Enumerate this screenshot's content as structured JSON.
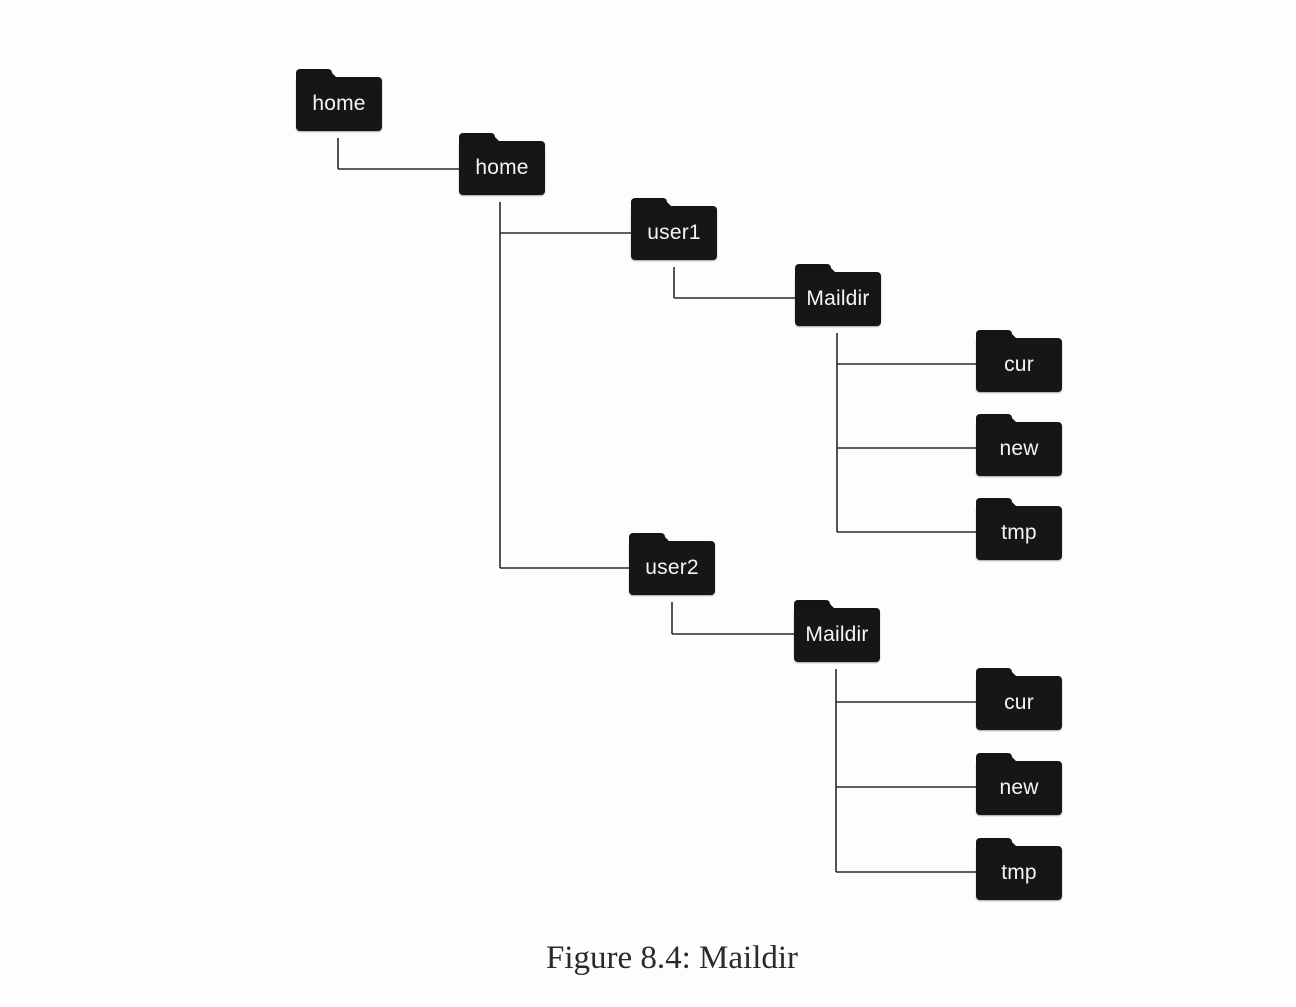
{
  "figure": {
    "caption": "Figure 8.4: Maildir"
  },
  "tree": {
    "root": {
      "label": "home",
      "icon": "folder-icon"
    },
    "home": {
      "label": "home",
      "icon": "folder-icon"
    },
    "user1": {
      "label": "user1",
      "icon": "folder-icon",
      "maildir": {
        "label": "Maildir",
        "icon": "folder-icon",
        "children": [
          {
            "label": "cur",
            "icon": "folder-icon"
          },
          {
            "label": "new",
            "icon": "folder-icon"
          },
          {
            "label": "tmp",
            "icon": "folder-icon"
          }
        ]
      }
    },
    "user2": {
      "label": "user2",
      "icon": "folder-icon",
      "maildir": {
        "label": "Maildir",
        "icon": "folder-icon",
        "children": [
          {
            "label": "cur",
            "icon": "folder-icon"
          },
          {
            "label": "new",
            "icon": "folder-icon"
          },
          {
            "label": "tmp",
            "icon": "folder-icon"
          }
        ]
      }
    }
  },
  "colors": {
    "folder": "#161616",
    "folder_text": "#f4f4f4",
    "connector": "#2a2a2a",
    "caption": "#2a2a2a"
  }
}
